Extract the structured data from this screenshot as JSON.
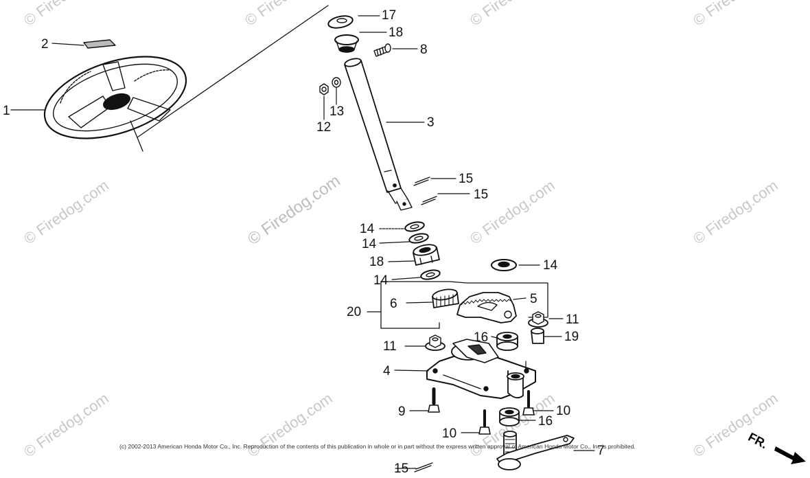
{
  "watermark": "© Firedog.com",
  "copyright": "(c) 2002-2013 American Honda Motor Co., Inc. Reproduction of the contents of this publication in whole or in part without the express written approval of American Honda Motor Co., Inc is prohibited.",
  "direction_label": "FR.",
  "callouts": {
    "c1": "1",
    "c2": "2",
    "c3": "3",
    "c4": "4",
    "c5": "5",
    "c6": "6",
    "c7": "7",
    "c8": "8",
    "c9": "9",
    "c10a": "10",
    "c10b": "10",
    "c11a": "11",
    "c11b": "11",
    "c12": "12",
    "c13": "13",
    "c14a": "14",
    "c14b": "14",
    "c14c": "14",
    "c14d": "14",
    "c15a": "15",
    "c15b": "15",
    "c15c": "15",
    "c16a": "16",
    "c16b": "16",
    "c17": "17",
    "c18a": "18",
    "c18b": "18",
    "c19": "19",
    "c20": "20"
  }
}
